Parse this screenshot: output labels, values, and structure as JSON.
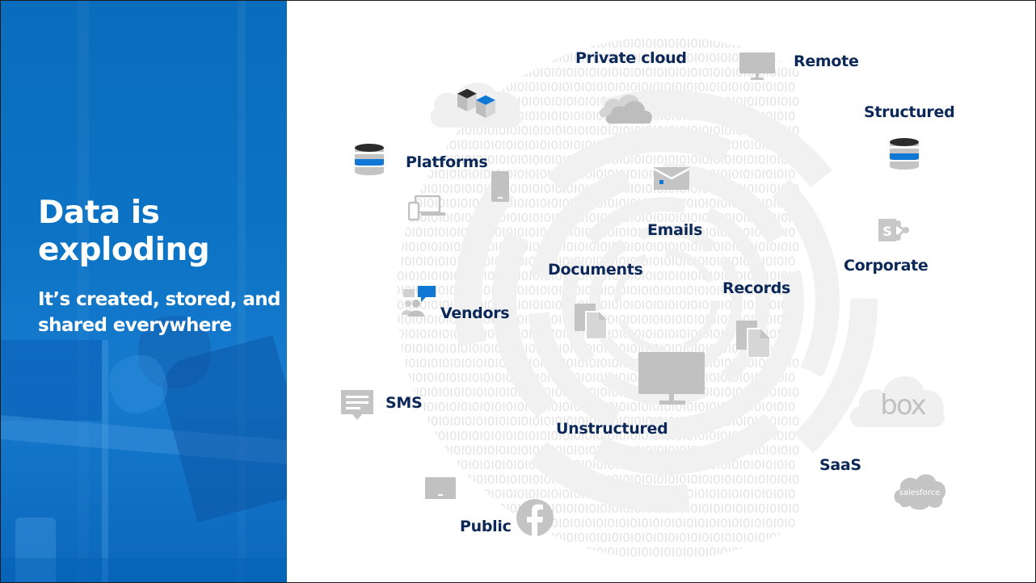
{
  "slide": {
    "title": "Data is exploding",
    "title_lines": [
      "Data is",
      "exploding"
    ],
    "subtitle_lines": [
      "It’s created, stored, and",
      "shared everywhere"
    ],
    "colors": {
      "panel_blue": "#0d70c2",
      "label_navy": "#0b2858",
      "accent_blue": "#0f78d4",
      "icon_gray": "#c1c1c1",
      "binary_gray": "#e3e3e3"
    }
  },
  "diagram": {
    "binary_pattern": "01010101010101010101010101010101010101010101010101010101010101010101010",
    "labels": {
      "private_cloud": "Private cloud",
      "remote": "Remote",
      "structured": "Structured",
      "platforms": "Platforms",
      "emails": "Emails",
      "documents": "Documents",
      "records": "Records",
      "corporate": "Corporate",
      "vendors": "Vendors",
      "sms": "SMS",
      "unstructured": "Unstructured",
      "saas": "SaaS",
      "public": "Public"
    },
    "logos": {
      "box": "box",
      "salesforce": "salesforce",
      "sharepoint": "S",
      "facebook": "f"
    }
  }
}
